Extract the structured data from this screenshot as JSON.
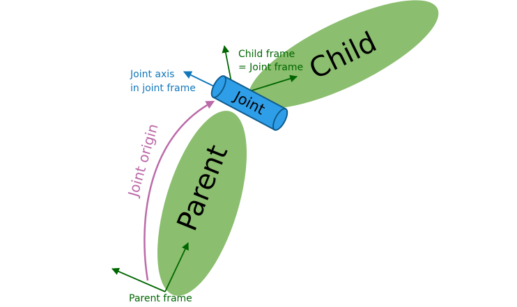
{
  "bodies": {
    "parent": {
      "label": "Parent"
    },
    "child": {
      "label": "Child"
    },
    "joint": {
      "label": "Joint"
    }
  },
  "frames": {
    "parent_frame": {
      "label": "Parent frame"
    },
    "child_frame": {
      "label_line1": "Child frame",
      "label_line2": "= Joint frame"
    }
  },
  "joint_axis": {
    "label_line1": "Joint axis",
    "label_line2": "in joint frame"
  },
  "joint_origin": {
    "label": "Joint origin"
  },
  "colors": {
    "link_fill": "#8bbe6e",
    "frame_arrow": "#006600",
    "axis_arrow": "#1177bb",
    "joint_fill": "#2f9ee8",
    "joint_stroke": "#0f5b8c",
    "origin_arrow": "#bb6aa8"
  }
}
